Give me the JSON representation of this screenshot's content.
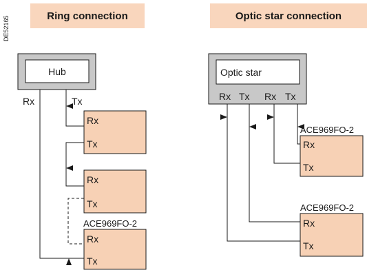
{
  "figure_id": "DE52165",
  "ring": {
    "title": "Ring connection",
    "hub_label": "Hub",
    "hub_rx": "Rx",
    "hub_tx": "Tx",
    "modules": [
      {
        "rx": "Rx",
        "tx": "Tx",
        "name": ""
      },
      {
        "rx": "Rx",
        "tx": "Tx",
        "name": ""
      },
      {
        "rx": "Rx",
        "tx": "Tx",
        "name": "ACE969FO-2"
      }
    ]
  },
  "star": {
    "title": "Optic star connection",
    "hub_label": "Optic star",
    "ports": [
      "Rx",
      "Tx",
      "Rx",
      "Tx"
    ],
    "modules": [
      {
        "rx": "Rx",
        "tx": "Tx",
        "name": "ACE969FO-2"
      },
      {
        "rx": "Rx",
        "tx": "Tx",
        "name": "ACE969FO-2"
      }
    ]
  },
  "colors": {
    "module_fill": "#f7d1b5",
    "title_band": "#f9d6bd",
    "frame_gray": "#c8c8c8",
    "line": "#1a1a1a"
  }
}
